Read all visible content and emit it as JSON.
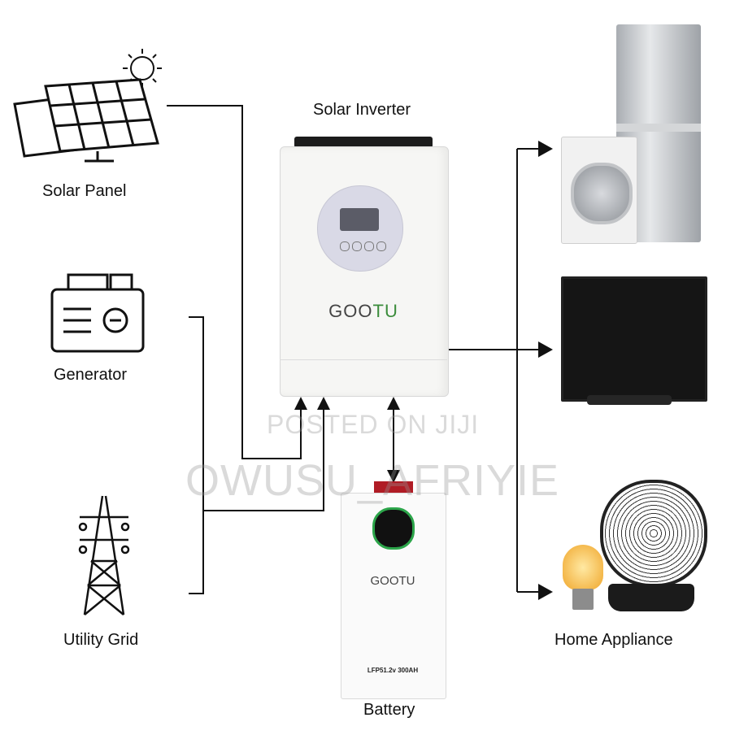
{
  "nodes": {
    "solar_panel": "Solar Panel",
    "generator": "Generator",
    "utility_grid": "Utility Grid",
    "solar_inverter": "Solar Inverter",
    "battery": "Battery",
    "home_appliance": "Home Appliance"
  },
  "inverter": {
    "brand_prefix": "GOO",
    "brand_suffix": "TU"
  },
  "battery_unit": {
    "brand": "GOOTU",
    "spec": "LFP51.2v 300AH"
  },
  "watermarks": {
    "line1": "POSTED ON JIJI",
    "line2": "OWUSU_AFRIYIE"
  },
  "icons": [
    "sun-icon",
    "solar-panel-icon",
    "generator-icon",
    "transmission-tower-icon",
    "refrigerator-icon",
    "washing-machine-icon",
    "television-icon",
    "fan-icon",
    "light-bulb-icon"
  ],
  "colors": {
    "line": "#111111",
    "brand_accent": "#3b8c3b",
    "battery_ring": "#2ca54a"
  }
}
